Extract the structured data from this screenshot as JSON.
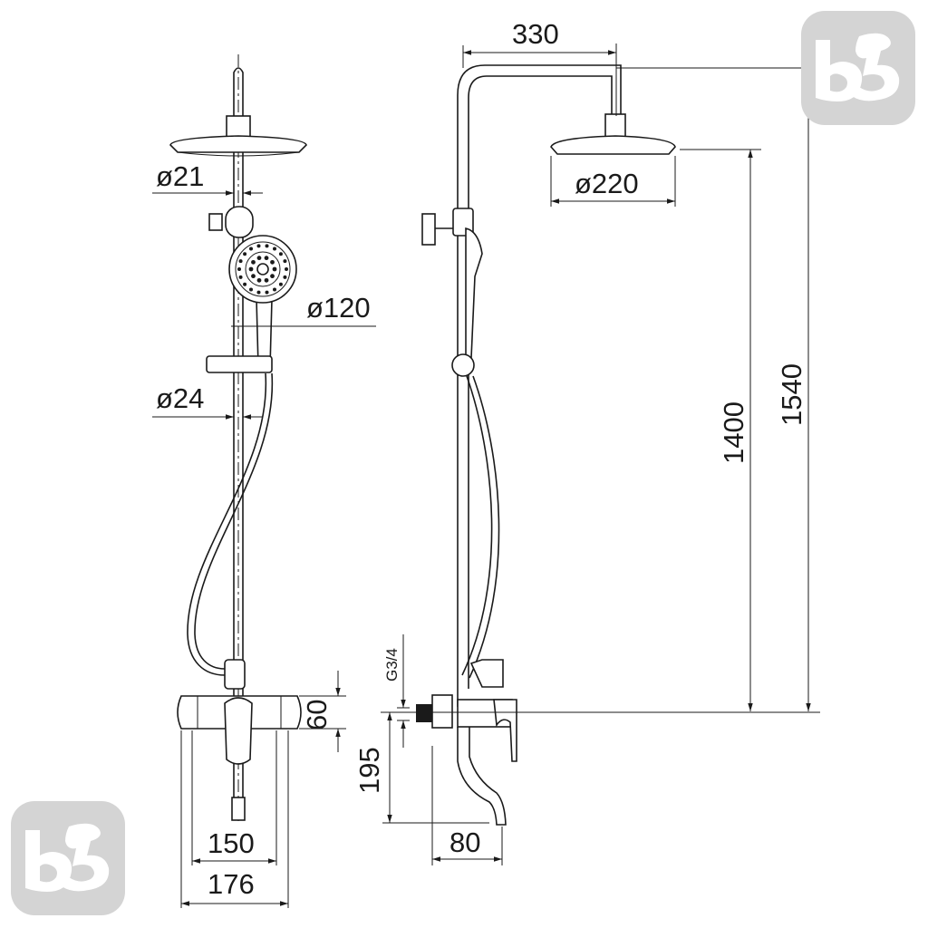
{
  "drawing": {
    "front_view": {
      "dim_head_pipe": "ø21",
      "dim_hand_shower": "ø120",
      "dim_rod": "ø24",
      "dim_mixer_height": "60",
      "dim_inner_width": "150",
      "dim_outer_width": "176"
    },
    "side_view": {
      "dim_reach": "330",
      "dim_head_diameter": "ø220",
      "dim_head_height": "1400",
      "dim_total_height": "1540",
      "dim_thread": "G3/4",
      "dim_spout_height": "195",
      "dim_spout_reach": "80"
    }
  },
  "watermark": {
    "logo_text": "bb"
  },
  "colors": {
    "line": "#1a1a1a",
    "logo": "#d4d4d4"
  }
}
